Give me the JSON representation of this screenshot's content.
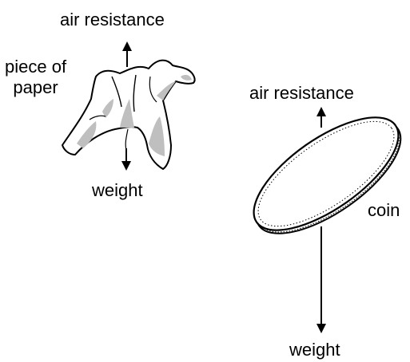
{
  "paper": {
    "air_resistance_label": "air resistance",
    "name_line1": "piece of",
    "name_line2": "paper",
    "weight_label": "weight"
  },
  "coin": {
    "air_resistance_label": "air resistance",
    "name_label": "coin",
    "weight_label": "weight"
  },
  "colors": {
    "outline": "#000000",
    "shading": "#bfbfbf",
    "fill": "#ffffff"
  }
}
